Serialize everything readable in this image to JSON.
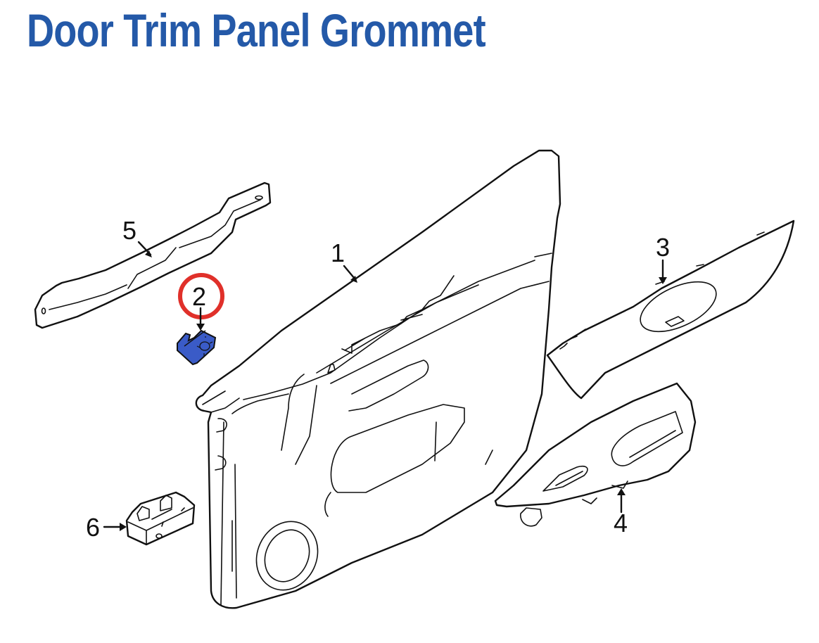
{
  "title": "Door Trim Panel Grommet",
  "colors": {
    "title": "#2459a8",
    "highlight_part": "#3a5bc7",
    "highlight_circle": "#e0302a",
    "line": "#111111",
    "background": "#ffffff"
  },
  "diagram": {
    "highlighted_callout": "2",
    "callouts": [
      {
        "id": "1",
        "label": "1",
        "part": "door-trim-panel"
      },
      {
        "id": "2",
        "label": "2",
        "part": "grommet",
        "highlighted": true
      },
      {
        "id": "3",
        "label": "3",
        "part": "upper-armrest-trim"
      },
      {
        "id": "4",
        "label": "4",
        "part": "window-switch-bezel"
      },
      {
        "id": "5",
        "label": "5",
        "part": "trim-bracket"
      },
      {
        "id": "6",
        "label": "6",
        "part": "window-switch"
      }
    ]
  }
}
